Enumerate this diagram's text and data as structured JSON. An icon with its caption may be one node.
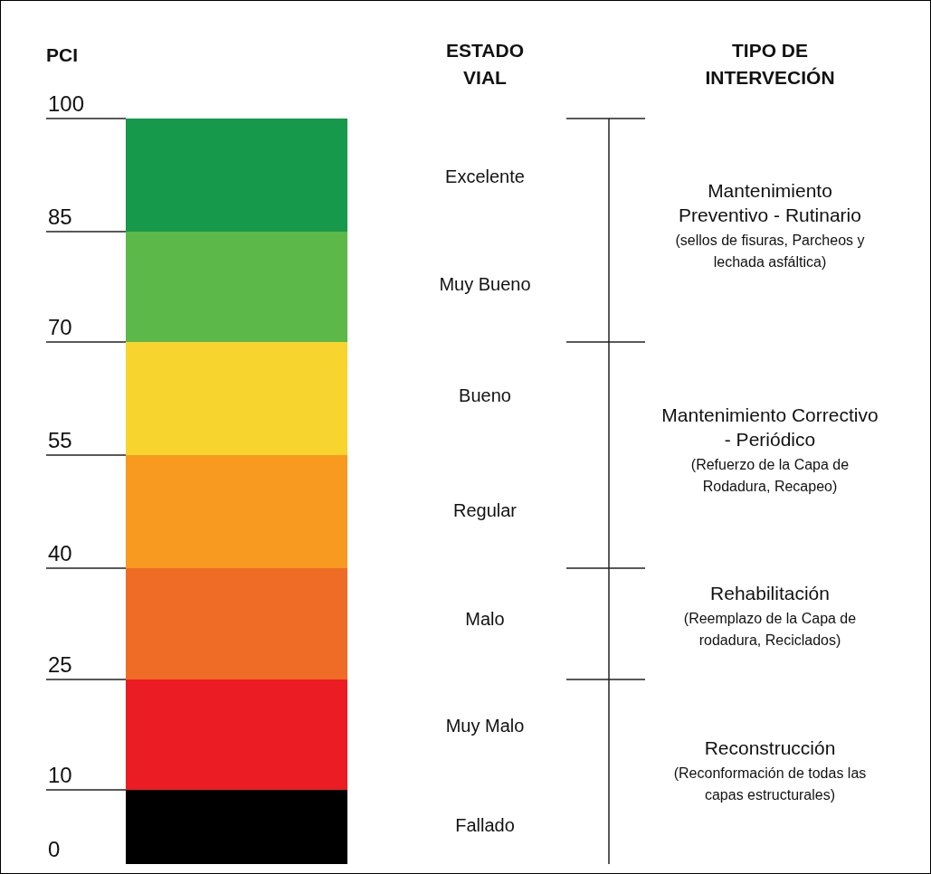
{
  "diagram": {
    "nodes": [
      {
        "text": [],
        "shape": "box"
      },
      {
        "text": [],
        "shape": "box"
      },
      {
        "text": [],
        "shape": "box"
      },
      {
        "text": [],
        "shape": "box"
      },
      {
        "text": [],
        "shape": "box"
      },
      {
        "text": [],
        "shape": "box"
      },
      {
        "text": [],
        "shape": "box"
      }
    ],
    "labels": [
      "PCI",
      "ESTADO VIAL",
      "TIPO DE INTERVECIÓN",
      "100",
      "85",
      "70",
      "55",
      "40",
      "25",
      "10",
      "0",
      "Excelente",
      "Muy Bueno",
      "Bueno",
      "Regular",
      "Malo",
      "Muy Malo",
      "Fallado",
      "Mantenimiento Preventivo - Rutinario",
      "(sellos de fisuras, Parcheos y lechada asfáltica)",
      "Mantenimiento Correctivo - Periódico",
      "(Refuerzo de la Capa de Rodadura, Recapeo)",
      "Rehabilitación",
      "(Reemplazo de la Capa de rodadura, Reciclados)",
      "Reconstrucción",
      "(Reconformación de todas las capas estructurales)"
    ]
  }
}
